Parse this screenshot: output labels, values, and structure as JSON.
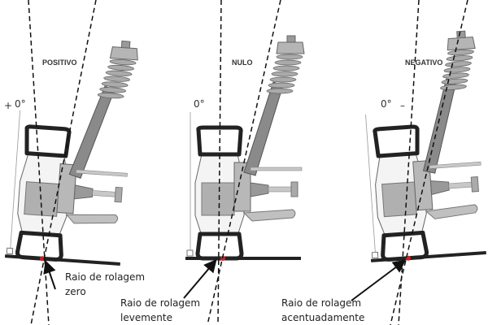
{
  "panels": [
    {
      "title": "POSITIVO",
      "sign": "+",
      "angle": "0°",
      "caption_line1": "Raio de rolagem",
      "caption_line2": "zero"
    },
    {
      "title": "NULO",
      "sign": "",
      "angle": "0°",
      "caption_line1": "Raio de rolagem",
      "caption_line2": "levemente"
    },
    {
      "title": "NEGATIVO",
      "sign": "–",
      "angle": "0°",
      "caption_line1": "Raio de rolagem",
      "caption_line2": "acentuadamente"
    }
  ],
  "colors": {
    "tire": "#222222",
    "metal": "#a8a8a8",
    "dark_metal": "#7a7a7a",
    "contact_point": "#cc2222"
  }
}
